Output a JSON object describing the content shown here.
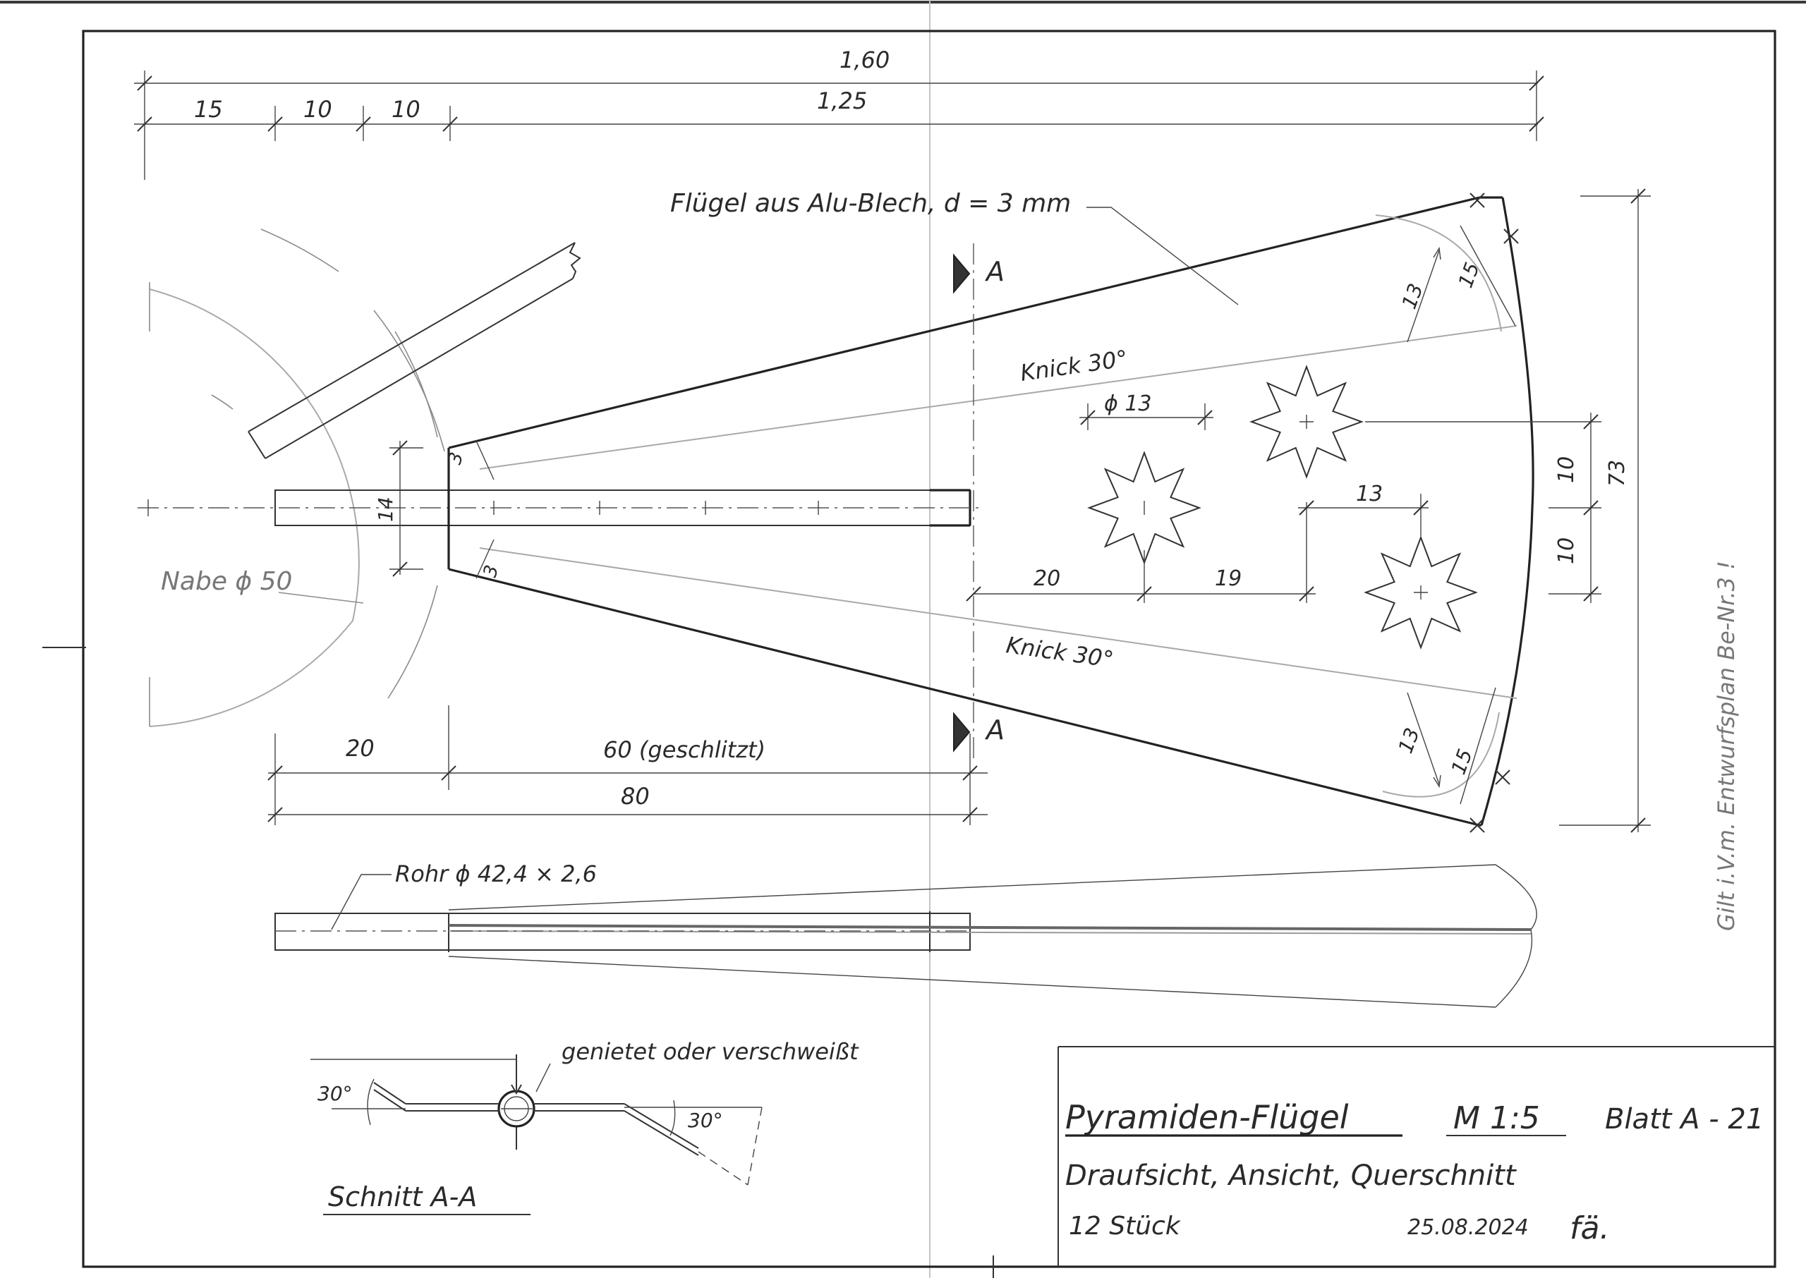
{
  "drawing": {
    "dimensions_top": {
      "overall": "1,60",
      "d15": "15",
      "d10a": "10",
      "d10b": "10",
      "d125": "1,25"
    },
    "notes": {
      "material": "Flügel aus Alu-Blech, d = 3 mm",
      "bend_top": "Knick 30°",
      "bend_bottom": "Knick 30°",
      "hub": "Nabe ϕ 50",
      "tube": "Rohr ϕ 42,4 × 2,6",
      "joint": "genietet oder verschweißt",
      "side_note": "Gilt i.V.m. Entwurfsplan Be-Nr.3 !"
    },
    "section_marks": {
      "top": "A",
      "bottom": "A"
    },
    "dimensions_plan": {
      "d3_top": "3",
      "d3_bottom": "3",
      "d14": "14",
      "star_dia": "ϕ 13",
      "d13_mid": "13",
      "d20_h": "20",
      "d19": "19",
      "d10_top": "10",
      "d10_bottom": "10",
      "d73": "73",
      "r13_top": "13",
      "r15_top": "15",
      "r13_bottom": "13",
      "r15_bottom": "15"
    },
    "dimensions_bottom": {
      "d20": "20",
      "d60": "60 (geschlitzt)",
      "d80": "80"
    },
    "section_view": {
      "angle_left": "30°",
      "angle_right": "30°",
      "label": "Schnitt A-A"
    },
    "title_block": {
      "title": "Pyramiden-Flügel",
      "scale": "M 1:5",
      "sheet": "Blatt A - 21",
      "views": "Draufsicht, Ansicht, Querschnitt",
      "quantity": "12 Stück",
      "date": "25.08.2024",
      "initials": "fä."
    }
  }
}
